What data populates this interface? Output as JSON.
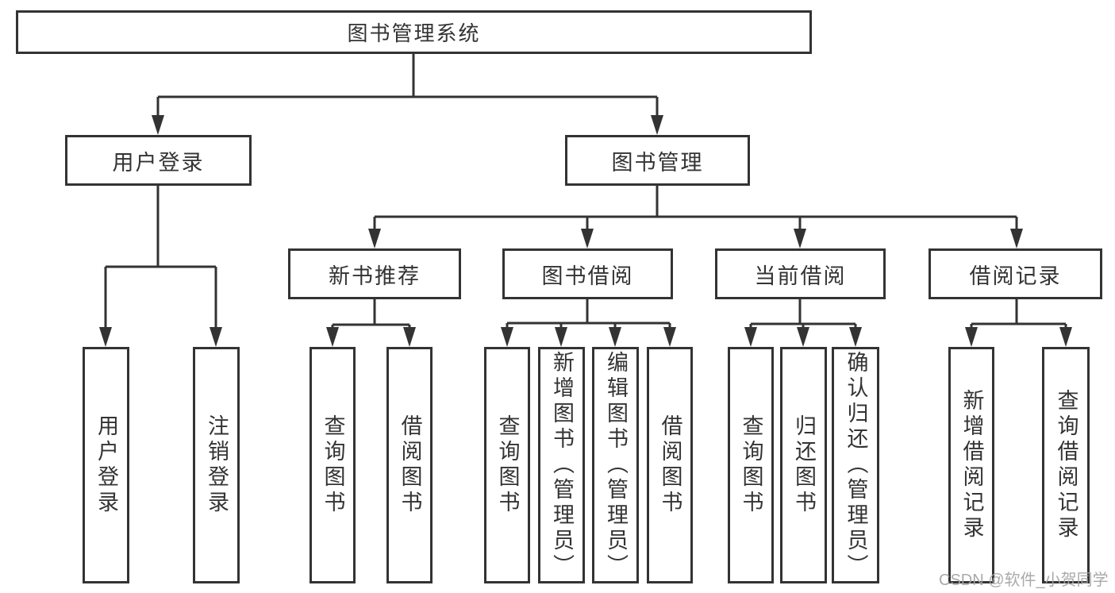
{
  "diagram_title": "图书管理系统",
  "nodes": {
    "root": "图书管理系统",
    "user_login": "用户登录",
    "book_management": "图书管理",
    "new_book_recommend": "新书推荐",
    "book_borrow": "图书借阅",
    "current_borrow": "当前借阅",
    "borrow_records": "借阅记录",
    "leaves": {
      "user_login": [
        "用户登录",
        "注销登录"
      ],
      "new_book_recommend": [
        "查询图书",
        "借阅图书"
      ],
      "book_borrow": [
        "查询图书",
        "新增图书（管理员）",
        "编辑图书（管理员）",
        "借阅图书"
      ],
      "current_borrow": [
        "查询图书",
        "归还图书",
        "确认归还（管理员）"
      ],
      "borrow_records": [
        "新增借阅记录",
        "查询借阅记录"
      ]
    }
  },
  "watermark": "CSDN @软件_小贺同学",
  "colors": {
    "line": "#333333",
    "text": "#333333",
    "watermark": "#a3a3a3",
    "background": "#ffffff"
  }
}
